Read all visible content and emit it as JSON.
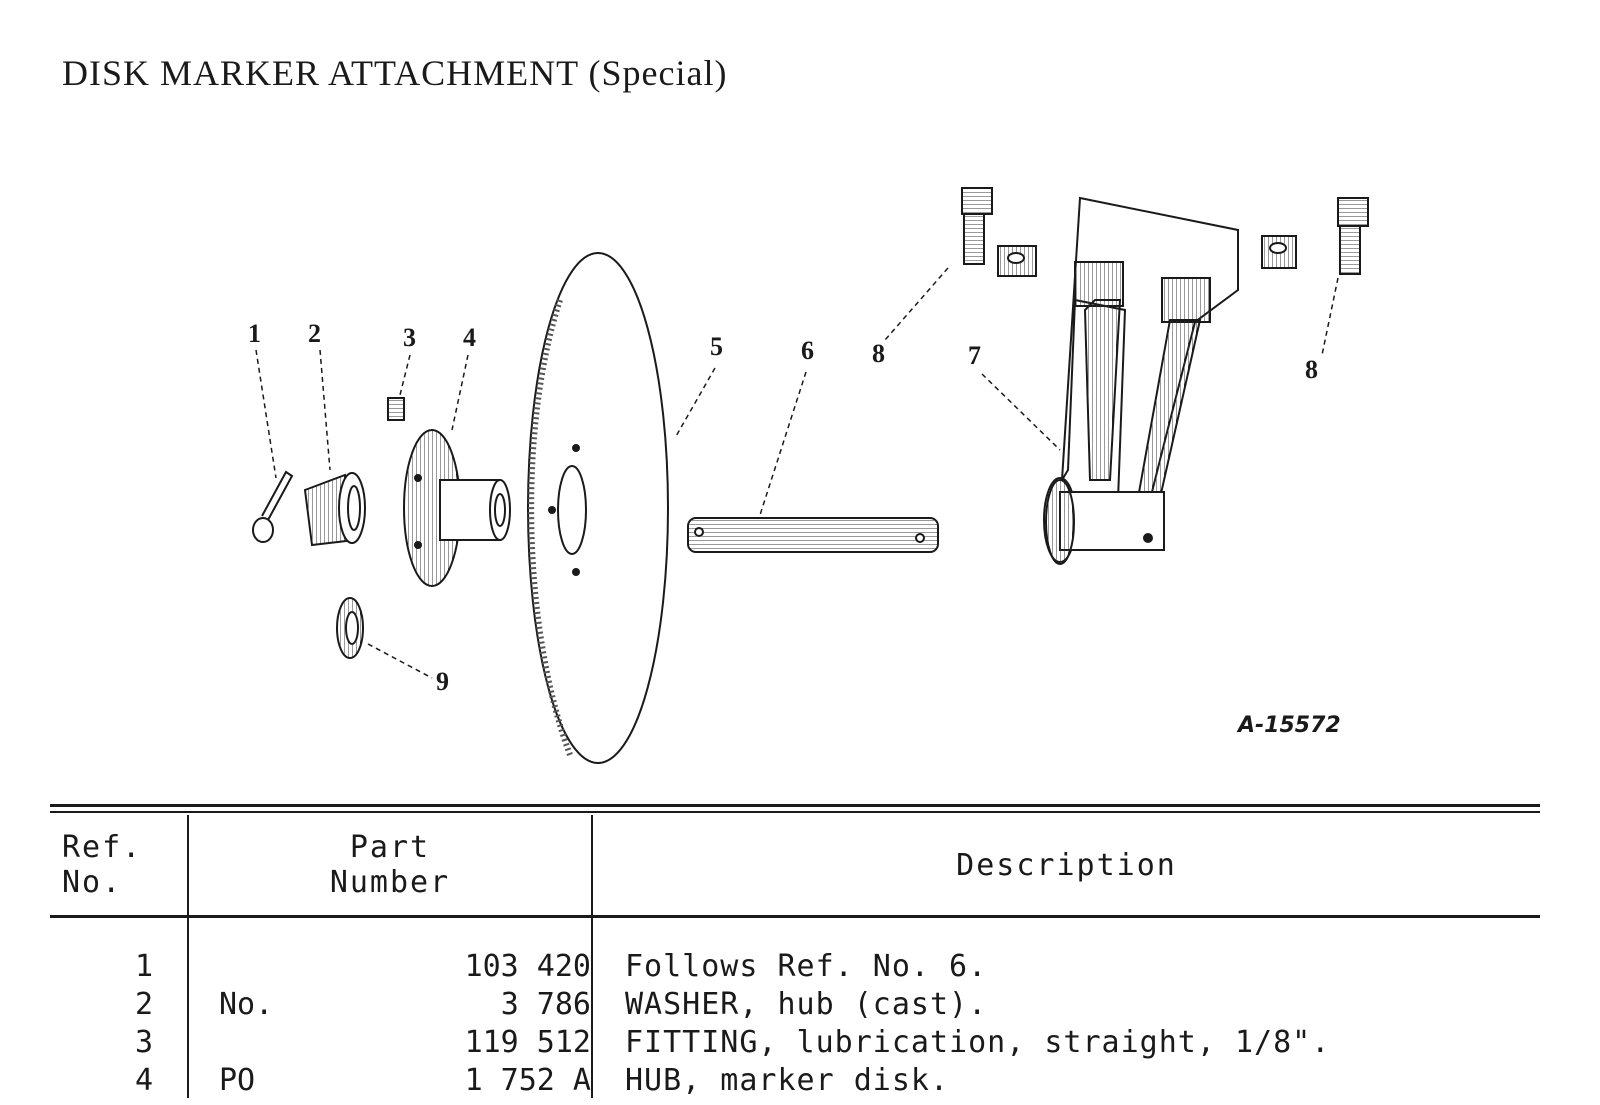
{
  "page": {
    "title": "DISK MARKER ATTACHMENT (Special)"
  },
  "figure": {
    "id": "A-15572",
    "callouts": [
      "1",
      "2",
      "3",
      "4",
      "5",
      "6",
      "7",
      "8",
      "8",
      "9"
    ]
  },
  "table": {
    "headers": {
      "ref": "Ref.\nNo.",
      "part": "Part\nNumber",
      "description": "Description"
    },
    "rows": [
      {
        "ref": "1",
        "prefix": "",
        "part": "103 420",
        "description": "Follows Ref. No. 6."
      },
      {
        "ref": "2",
        "prefix": "No.",
        "part": "3 786",
        "description": "WASHER, hub (cast)."
      },
      {
        "ref": "3",
        "prefix": "",
        "part": "119 512",
        "description": "FITTING, lubrication, straight, 1/8\"."
      },
      {
        "ref": "4",
        "prefix": "PO",
        "part": "1 752 A",
        "description": "HUB, marker disk."
      }
    ]
  }
}
